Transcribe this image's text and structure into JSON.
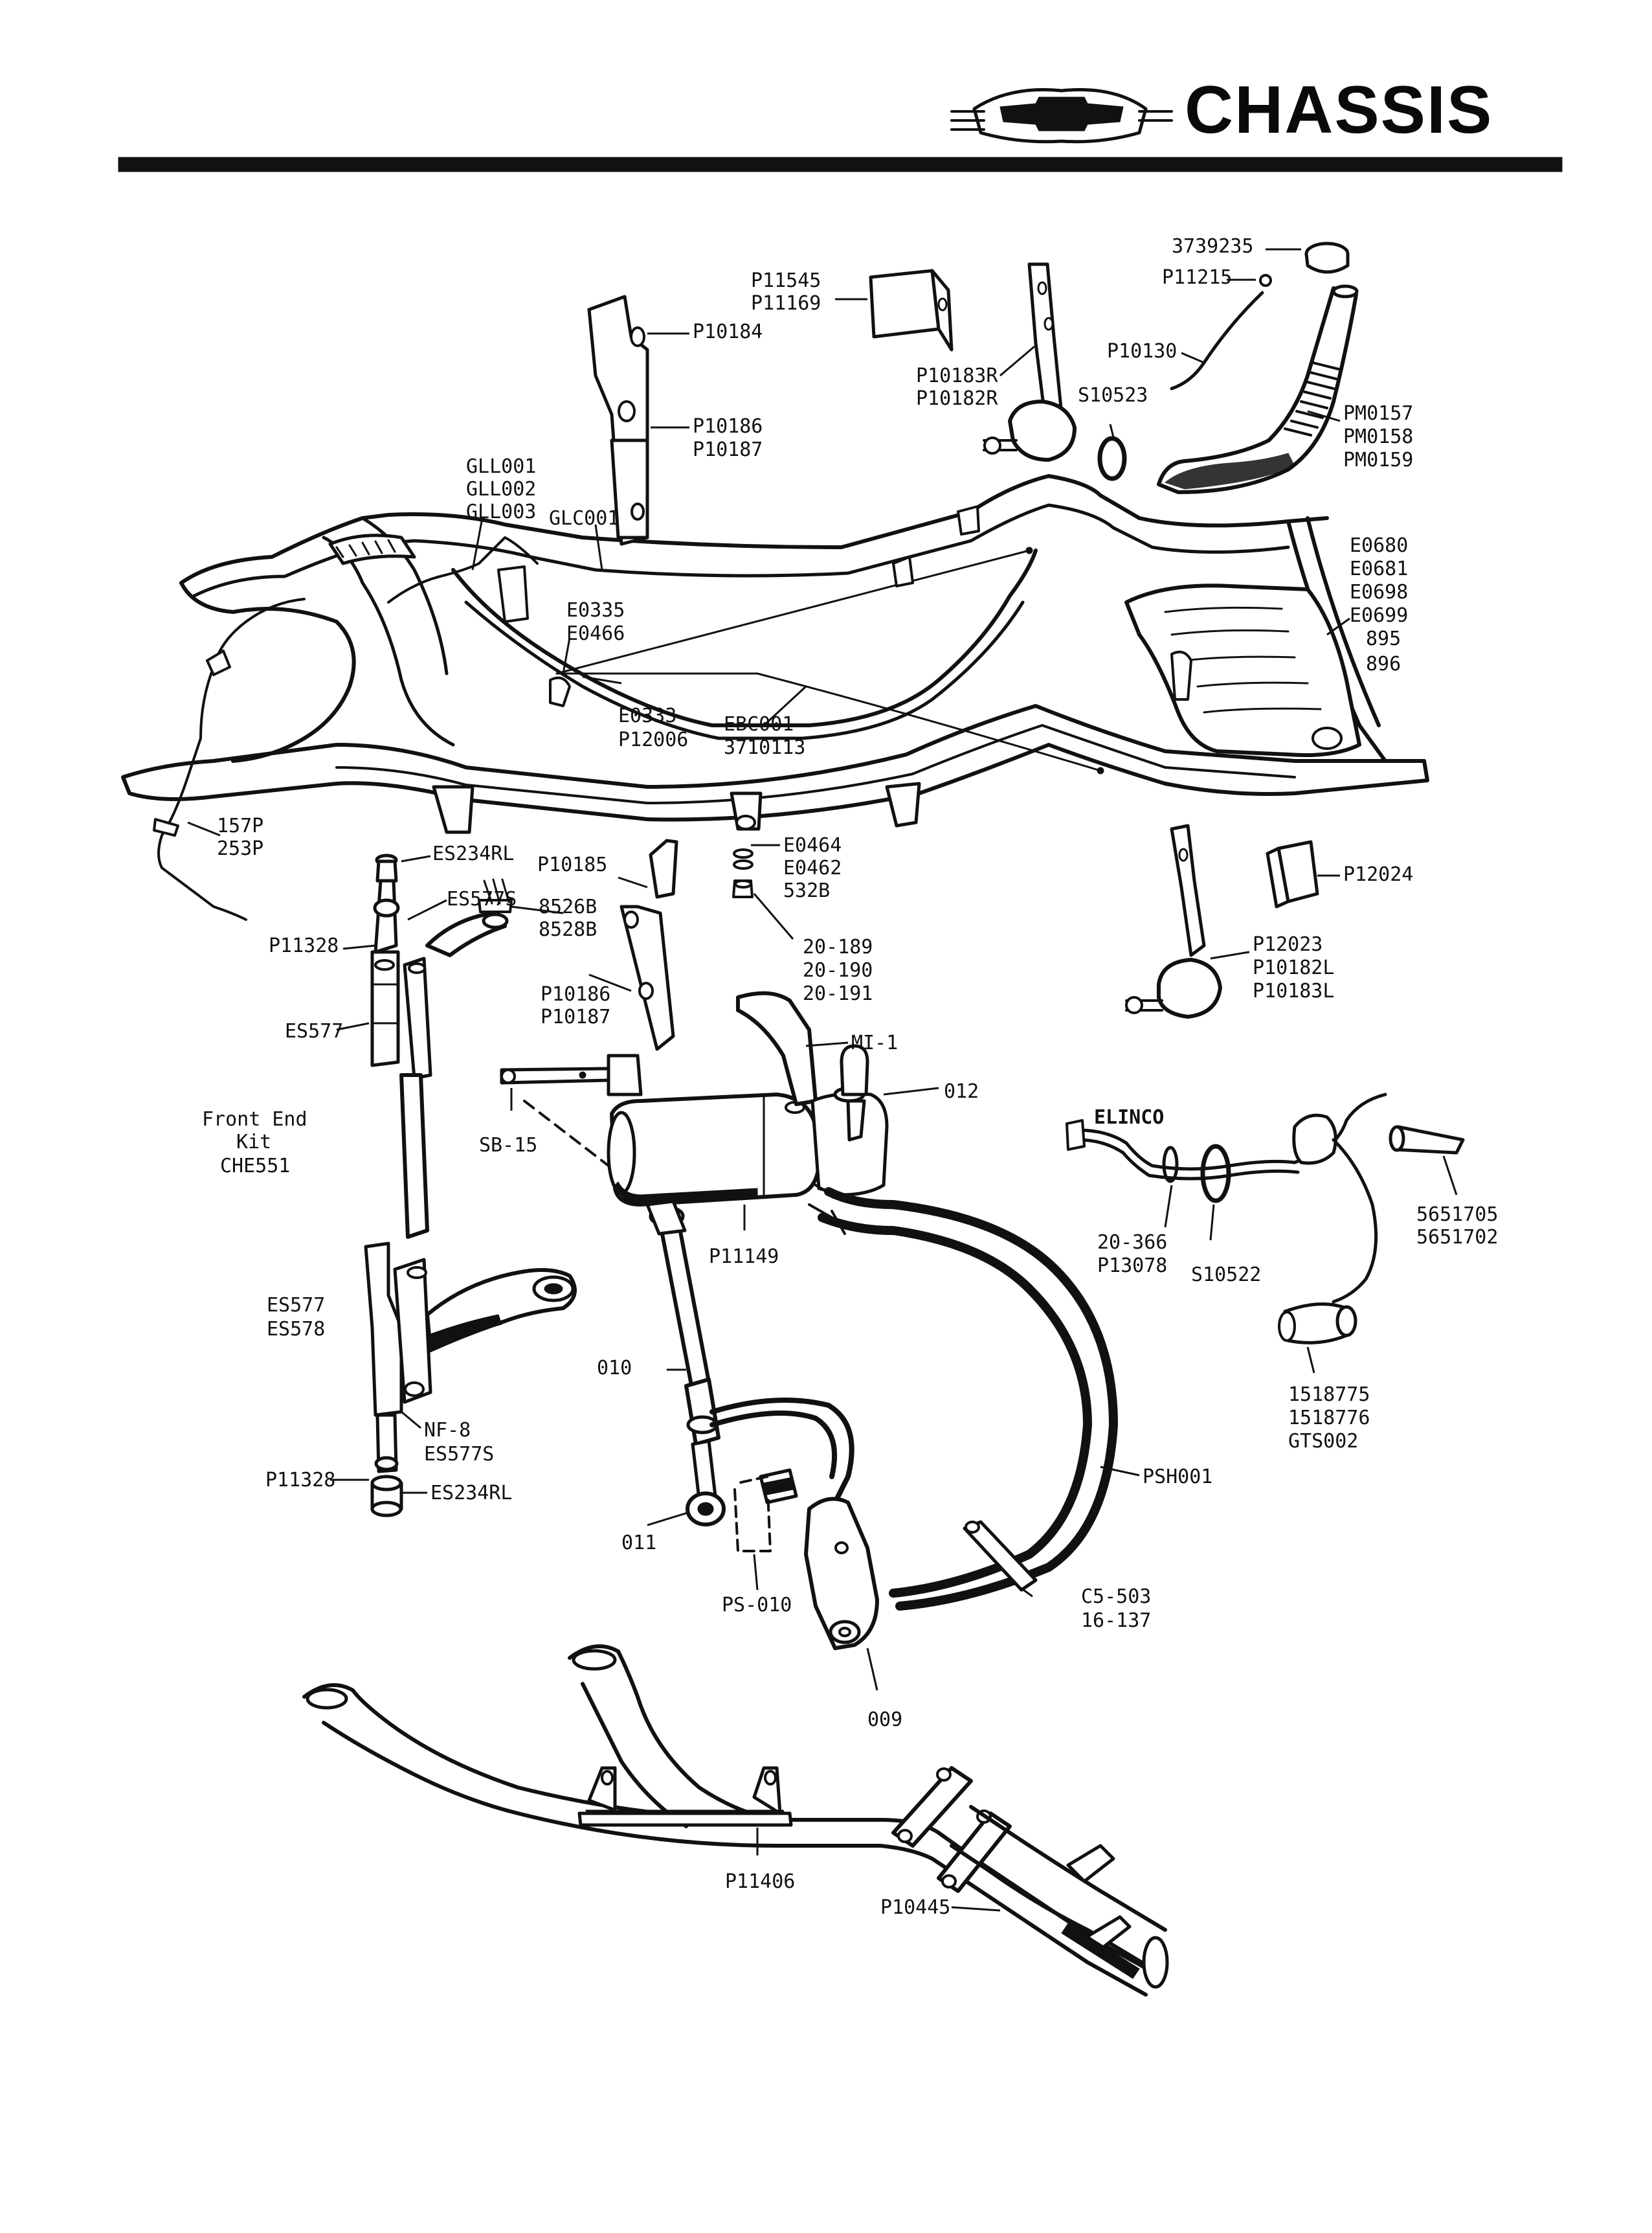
{
  "header": {
    "title": "CHASSIS"
  },
  "callouts": {
    "c3739235": "3739235",
    "cP11215": "P11215",
    "cP11545": "P11545",
    "cP11169": "P11169",
    "cP10184": "P10184",
    "cP10183R": "P10183R",
    "cP10182R": "P10182R",
    "cP10130": "P10130",
    "cS10523": "S10523",
    "cPM0157": "PM0157",
    "cPM0158": "PM0158",
    "cPM0159": "PM0159",
    "cP10186a": "P10186",
    "cP10187a": "P10187",
    "cGLL001": "GLL001",
    "cGLL002": "GLL002",
    "cGLL003": "GLL003",
    "cGLC001": "GLC001",
    "cE0680": "E0680",
    "cE0681": "E0681",
    "cE0698": "E0698",
    "cE0699": "E0699",
    "c895": "895",
    "c896": "896",
    "cE0335": "E0335",
    "cE0466": "E0466",
    "cE0333": "E0333",
    "cP12006": "P12006",
    "cEBC001": "EBC001",
    "c3710113": "3710113",
    "c157P": "157P",
    "c253P": "253P",
    "cES234RLa": "ES234RL",
    "cP10185": "P10185",
    "cE0464": "E0464",
    "cE0462": "E0462",
    "c532B": "532B",
    "cP12024": "P12024",
    "cES577Sa": "ES577S",
    "c8526B": "8526B",
    "c8528B": "8528B",
    "cP11328a": "P11328",
    "c20189": "20-189",
    "c20190": "20-190",
    "c20191": "20-191",
    "cP12023": "P12023",
    "cP10182L": "P10182L",
    "cP10183L": "P10183L",
    "cP10186b": "P10186",
    "cP10187b": "P10187",
    "cES577a": "ES577",
    "cMI1": "MI-1",
    "c012": "012",
    "cSB15": "SB-15",
    "cP11149": "P11149",
    "c20366": "20-366",
    "cP13078": "P13078",
    "cS10522": "S10522",
    "c5651705": "5651705",
    "c5651702": "5651702",
    "cES577b": "ES577",
    "cES578": "ES578",
    "c010": "010",
    "c1518775": "1518775",
    "c1518776": "1518776",
    "cGTS002": "GTS002",
    "cNF8": "NF-8",
    "cES577Sb": "ES577S",
    "cP11328b": "P11328",
    "cES234RLb": "ES234RL",
    "cPSH001": "PSH001",
    "c011": "011",
    "cPS010": "PS-010",
    "cC5503": "C5-503",
    "c16137": "16-137",
    "c009": "009",
    "cP11406": "P11406",
    "cP10445": "P10445",
    "tag": "ELINCO"
  },
  "kit": {
    "line1": "Front End",
    "line2": "Kit",
    "line3": "CHE551"
  }
}
